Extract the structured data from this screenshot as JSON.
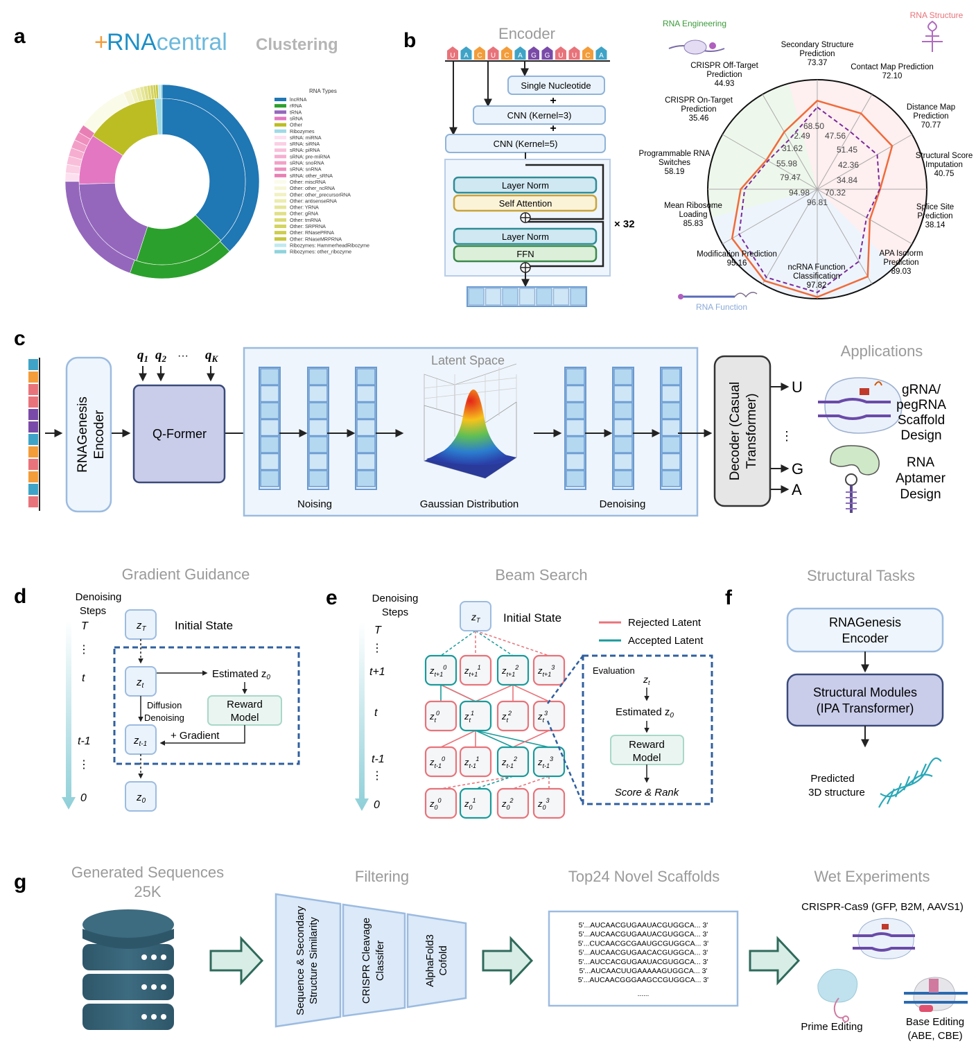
{
  "panels": {
    "a": "a",
    "b": "b",
    "c": "c",
    "d": "d",
    "e": "e",
    "f": "f",
    "g": "g"
  },
  "a": {
    "logo_prefix": "RNA",
    "logo_suffix": "central",
    "clustering": "Clustering",
    "legend_title": "RNA Types",
    "legend": [
      {
        "label": "lncRNA",
        "color": "#1f77b4"
      },
      {
        "label": "rRNA",
        "color": "#2ca02c"
      },
      {
        "label": "tRNA",
        "color": "#9467bd"
      },
      {
        "label": "sRNA",
        "color": "#e377c2"
      },
      {
        "label": "Other",
        "color": "#bcbd22"
      },
      {
        "label": "Ribozymes",
        "color": "#9edae5"
      },
      {
        "label": "sRNA: miRNA",
        "color": "#fde0ef"
      },
      {
        "label": "sRNA: siRNA",
        "color": "#fbcfe4"
      },
      {
        "label": "sRNA: piRNA",
        "color": "#f9bfda"
      },
      {
        "label": "sRNA: pre-miRNA",
        "color": "#f6aed0"
      },
      {
        "label": "sRNA: snoRNA",
        "color": "#f29fc7"
      },
      {
        "label": "sRNA: snRNA",
        "color": "#ee8fbe"
      },
      {
        "label": "sRNA: other_sRNA",
        "color": "#e87fb4"
      },
      {
        "label": "Other: miscRNA",
        "color": "#fbfbea"
      },
      {
        "label": "Other: other_ncRNA",
        "color": "#f6f6d6"
      },
      {
        "label": "Other: other_precursorRNA",
        "color": "#f1f1c2"
      },
      {
        "label": "Other: antisenseRNA",
        "color": "#ececae"
      },
      {
        "label": "Other: YRNA",
        "color": "#e6e69a"
      },
      {
        "label": "Other: gRNA",
        "color": "#e0e087"
      },
      {
        "label": "Other: tmRNA",
        "color": "#dada74"
      },
      {
        "label": "Other: SRPRNA",
        "color": "#d4d461"
      },
      {
        "label": "Other: RNasePRNA",
        "color": "#cdcd4e"
      },
      {
        "label": "Other: RNaseMRPRNA",
        "color": "#c6c63c"
      },
      {
        "label": "Ribozymes: HammerheadRibozyme",
        "color": "#bfe9ef"
      },
      {
        "label": "Ribozymes: other_ribozyme",
        "color": "#8ed3dd"
      }
    ]
  },
  "b": {
    "encoder_title": "Encoder",
    "seq": [
      "U",
      "A",
      "C",
      "U",
      "C",
      "A",
      "G",
      "G",
      "U",
      "U",
      "C",
      "A"
    ],
    "single_nuc": "Single Nucleotide",
    "cnn3": "CNN (Kernel=3)",
    "cnn5": "CNN (Kernel=5)",
    "plus": "+",
    "oplus": "⊕",
    "layer_norm": "Layer Norm",
    "self_attention": "Self Attention",
    "ffn": "FFN",
    "times": "× 32",
    "radar_eng": "RNA Engineering",
    "radar_struct": "RNA Structure",
    "radar_func": "RNA Function",
    "radar_labels": [
      {
        "l1": "Secondary Structure",
        "l2": "Prediction",
        "v": "73.37"
      },
      {
        "l1": "Contact Map Prediction",
        "l2": "",
        "v": "72.10"
      },
      {
        "l1": "Distance Map",
        "l2": "Prediction",
        "v": "70.77"
      },
      {
        "l1": "Structural Score",
        "l2": "Imputation",
        "v": "40.75"
      },
      {
        "l1": "Splice Site",
        "l2": "Prediction",
        "v": "38.14"
      },
      {
        "l1": "APA Isoform",
        "l2": "Prediction",
        "v": "89.03"
      },
      {
        "l1": "ncRNA Function",
        "l2": "Classification",
        "v": "97.82"
      },
      {
        "l1": "Modification Prediction",
        "l2": "",
        "v": "95.16"
      },
      {
        "l1": "Mean Ribosome",
        "l2": "Loading",
        "v": "85.83"
      },
      {
        "l1": "Programmable RNA",
        "l2": "Switches",
        "v": "58.19"
      },
      {
        "l1": "CRISPR On-Target",
        "l2": "Prediction",
        "v": "35.46"
      },
      {
        "l1": "CRISPR Off-Target",
        "l2": "Prediction",
        "v": "44.93"
      }
    ],
    "inner_values": [
      "68.50",
      "47.56",
      "51.45",
      "42.36",
      "34.84",
      "70.32",
      "96.81",
      "94.98",
      "79.47",
      "55.98",
      "31.62",
      "2.49"
    ]
  },
  "c": {
    "rnagenesis_encoder_l1": "RNAGenesis",
    "rnagenesis_encoder_l2": "Encoder",
    "q1": "q",
    "q1s": "1",
    "q2": "q",
    "q2s": "2",
    "qdots": "···",
    "qk": "q",
    "qks": "K",
    "qformer": "Q-Former",
    "latent_space": "Latent Space",
    "noising": "Noising",
    "gaussian": "Gaussian Distribution",
    "denoising": "Denoising",
    "decoder_l1": "Decoder (Casual",
    "decoder_l2": "Transformer)",
    "out_u": "U",
    "out_dots": "⋮",
    "out_g": "G",
    "out_a": "A",
    "applications": "Applications",
    "app1": [
      "gRNA/",
      "pegRNA",
      "Scaffold",
      "Design"
    ],
    "app2": [
      "RNA",
      "Aptamer",
      "Design"
    ]
  },
  "d": {
    "title": "Gradient Guidance",
    "steps_l1": "Denoising",
    "steps_l2": "Steps",
    "T": "T",
    "vdots": "⋮",
    "t": "t",
    "tm1": "t-1",
    "zero": "0",
    "zT": "z",
    "zT_sub": "T",
    "zt": "z",
    "zt_sub": "t",
    "ztm1": "z",
    "ztm1_sub": "t-1",
    "z0": "z",
    "z0_sub": "0",
    "initial_state": "Initial State",
    "estimated": "Estimated z",
    "estimated_sub": "0",
    "diffusion_l1": "Diffusion",
    "diffusion_l2": "Denoising",
    "reward_l1": "Reward",
    "reward_l2": "Model",
    "gradient": "+ Gradient"
  },
  "e": {
    "title": "Beam Search",
    "steps_l1": "Denoising",
    "steps_l2": "Steps",
    "T": "T",
    "tp1": "t+1",
    "t": "t",
    "tm1": "t-1",
    "zero": "0",
    "vdots": "⋮",
    "initial_state": "Initial State",
    "rejected": "Rejected Latent",
    "accepted": "Accepted Latent",
    "rejected_color": "#e8737a",
    "accepted_color": "#1a9a9a",
    "evaluation": "Evaluation",
    "eval_zt": "z",
    "eval_zt_sub": "t",
    "estimated": "Estimated z",
    "estimated_sub": "0",
    "reward_l1": "Reward",
    "reward_l2": "Model",
    "score_rank": "Score & Rank",
    "row_tp1": [
      "t+1",
      "t+1",
      "t+1",
      "t+1"
    ],
    "row_t": [
      "t",
      "t",
      "t",
      "t"
    ],
    "row_tm1": [
      "t-1",
      "t-1",
      "t-1",
      "t-1"
    ],
    "row_0": [
      "0",
      "0",
      "0",
      "0"
    ],
    "sup": [
      "0",
      "1",
      "2",
      "3"
    ],
    "zT_sub": "T"
  },
  "f": {
    "title": "Structural Tasks",
    "enc_l1": "RNAGenesis",
    "enc_l2": "Encoder",
    "mod_l1": "Structural Modules",
    "mod_l2": "(IPA Transformer)",
    "pred_l1": "Predicted",
    "pred_l2": "3D structure"
  },
  "g": {
    "gen_l1": "Generated Sequences",
    "gen_l2": "25K",
    "filtering": "Filtering",
    "f1_l1": "Sequence & Secondary",
    "f1_l2": "Structure Similarity",
    "f2_l1": "CRISPR Cleavage",
    "f2_l2": "Classifer",
    "f3_l1": "AlphaFold3",
    "f3_l2": "Cofold",
    "top24": "Top24 Novel Scaffolds",
    "seqs": [
      "5'...AUCAACGUGAAUACGUGGCA... 3'",
      "5'...AUCAACGUGAAUACGUGGCA... 3'",
      "5'...CUCAACGCGAAUGCGUGGCA... 3'",
      "5'...AUCAACGUGAACACGUGGCA... 3'",
      "5'...AUCCACGUGAAUACGUGGCA... 3'",
      "5'...AUCAACUUGAAAAAGUGGCA... 3'",
      "5'...AUCAACGGGAAGCCGUGGCA... 3'"
    ],
    "seq_dots": "......",
    "wet": "Wet Experiments",
    "cas9": "CRISPR-Cas9 (GFP, B2M, AAVS1)",
    "prime": "Prime Editing",
    "base_l1": "Base Editing",
    "base_l2": "(ABE, CBE)"
  }
}
